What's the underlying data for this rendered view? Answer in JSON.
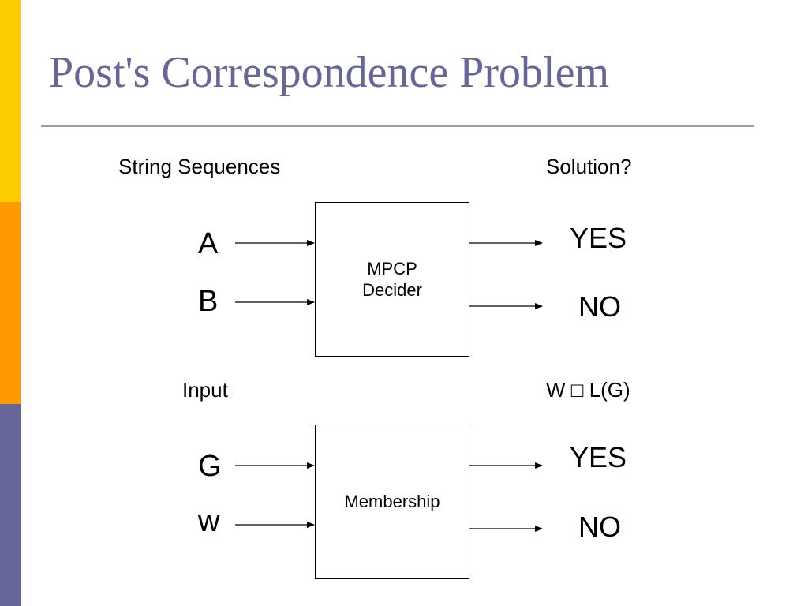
{
  "slide": {
    "title": "Post's Correspondence Problem"
  },
  "diagram_top": {
    "left_heading": "String Sequences",
    "right_heading": "Solution?",
    "inputs": [
      "A",
      "B"
    ],
    "box_lines": [
      "MPCP",
      "Decider"
    ],
    "outputs": [
      "YES",
      "NO"
    ]
  },
  "diagram_bottom": {
    "left_heading": "Input",
    "right_heading": "W □ L(G)",
    "inputs": [
      "G",
      "w"
    ],
    "box_lines": [
      "Membership"
    ],
    "outputs": [
      "YES",
      "NO"
    ]
  },
  "colors": {
    "title": "#666699",
    "band_top": "#FFCC00",
    "band_middle": "#FF9900",
    "band_bottom": "#666699"
  }
}
